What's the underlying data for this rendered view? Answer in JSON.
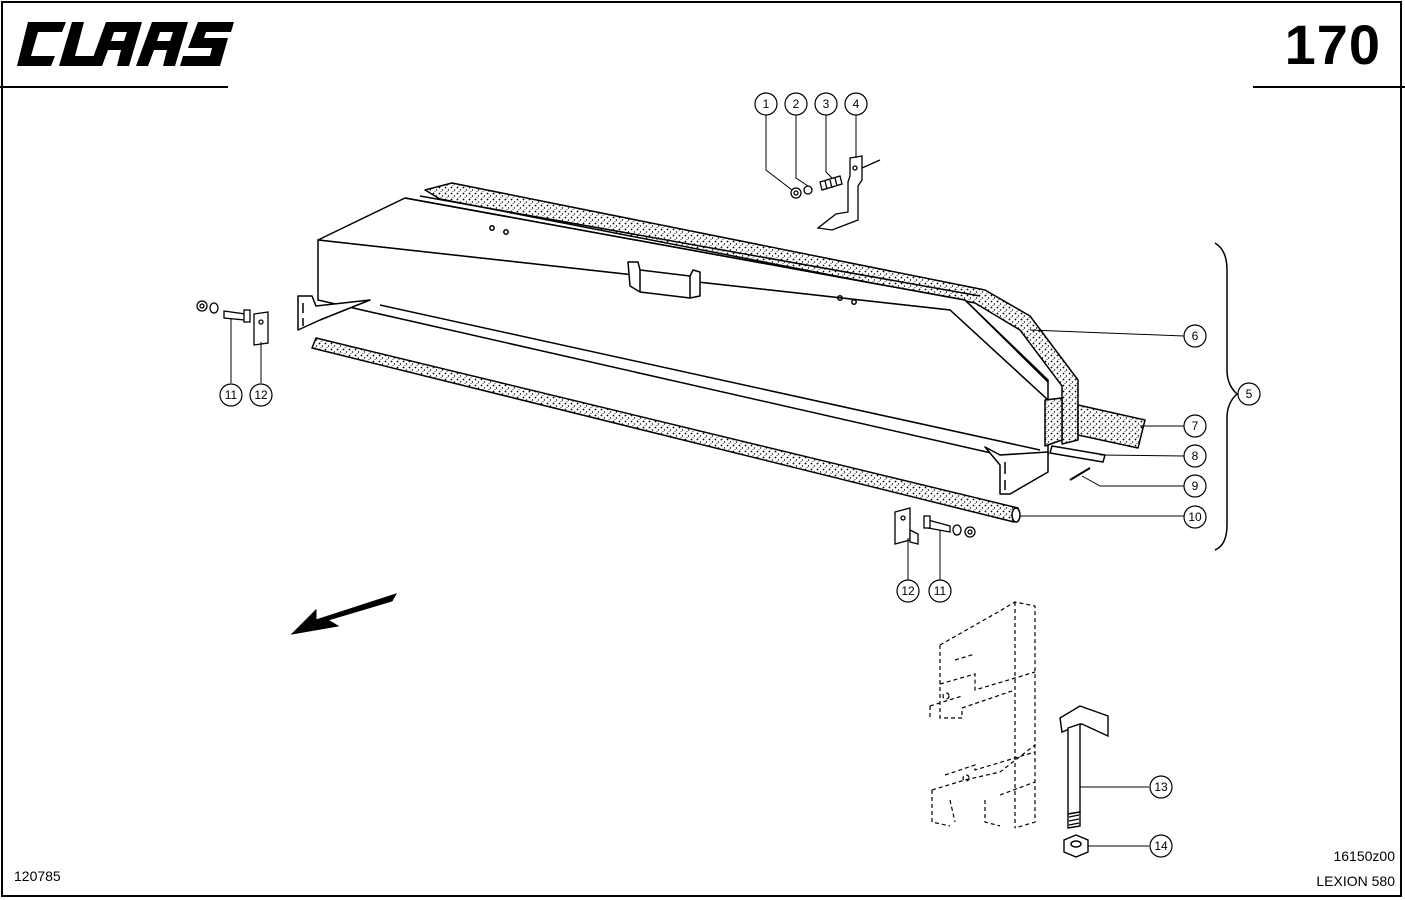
{
  "header": {
    "brand": "CLAAS",
    "page_number": "170"
  },
  "footer": {
    "doc_number": "120785",
    "part_code": "16150z00",
    "model": "LEXION 580"
  },
  "callouts": [
    "1",
    "2",
    "3",
    "4",
    "5",
    "6",
    "7",
    "8",
    "9",
    "10",
    "11",
    "12",
    "12",
    "11",
    "13",
    "14"
  ]
}
